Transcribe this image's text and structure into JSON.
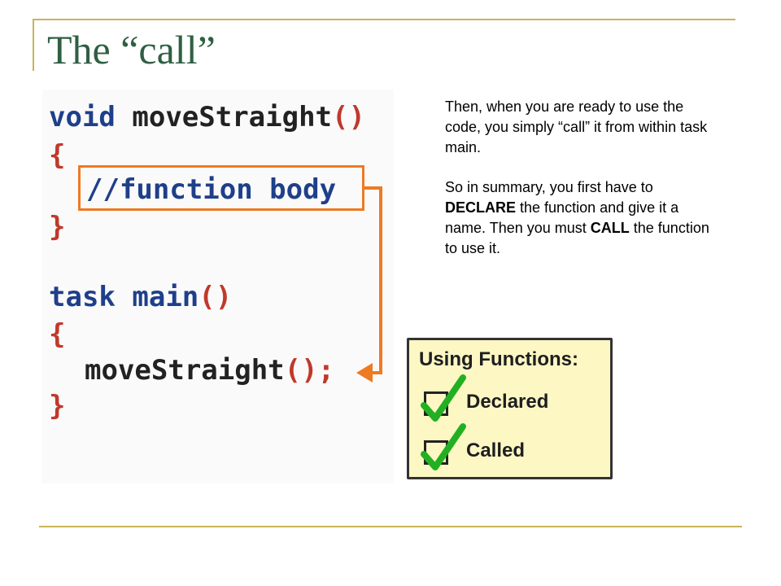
{
  "slide": {
    "title": "The “call”"
  },
  "code": {
    "line1_keyword": "void",
    "line1_name": "moveStraight",
    "line1_parens": "()",
    "line2": "{",
    "line3_comment": "//function body",
    "line4": "}",
    "line5_keyword": "task",
    "line5_name": "main",
    "line5_parens": "()",
    "line6": "{",
    "line7_name": "moveStraight",
    "line7_parens": "();",
    "line8": "}"
  },
  "description": {
    "paragraph1": "Then, when you are ready to use the code, you simply “call” it from within task main.",
    "p2_part1": "So in summary, you first have to ",
    "p2_bold1": "DECLARE",
    "p2_part2": " the function and give it a name. Then you must ",
    "p2_bold2": "CALL",
    "p2_part3": " the function to use it."
  },
  "checklist": {
    "title": "Using Functions:",
    "items": [
      {
        "label": "Declared",
        "checked": true
      },
      {
        "label": "Called",
        "checked": true
      }
    ]
  },
  "colors": {
    "title": "#2f5f43",
    "frame": "#c9b458",
    "keyword": "#1f3f8a",
    "paren": "#c0392b",
    "highlight": "#ee7a22",
    "checklist_bg": "#fdf7c4",
    "checkmark": "#22b022"
  },
  "icons": {
    "check": "checkmark-icon",
    "arrow": "arrow-left-icon"
  }
}
